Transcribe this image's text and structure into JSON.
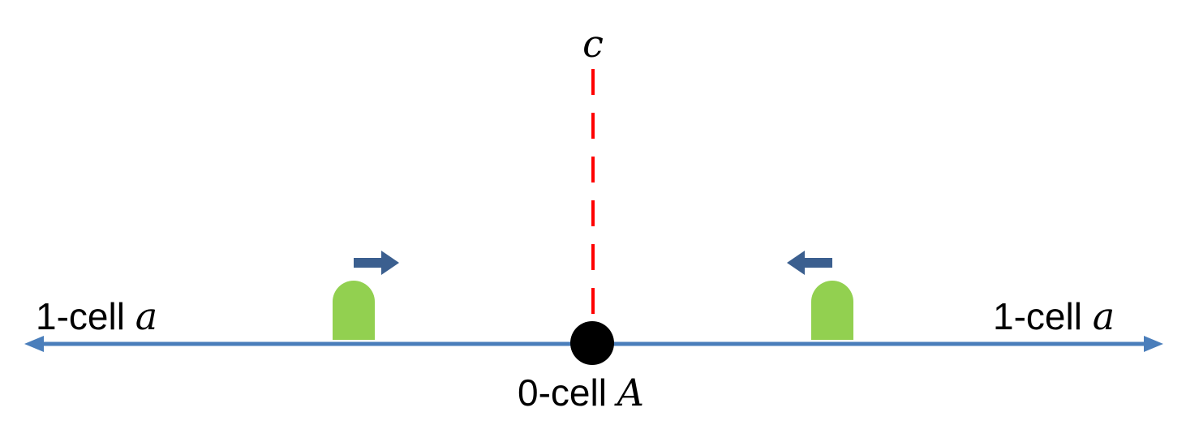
{
  "labels": {
    "c_label": "c",
    "left_prefix": "1-cell ",
    "left_var": "a",
    "right_prefix": "1-cell ",
    "right_var": "a",
    "bottom_prefix": "0-cell ",
    "bottom_var": "A"
  },
  "colors": {
    "line": "#4a7ebb",
    "dashed": "#ff0000",
    "vertex": "#000000",
    "bump": "#92d050",
    "arrow": "#3b5f8f"
  },
  "arrows": {
    "left_direction": "right",
    "right_direction": "left"
  }
}
